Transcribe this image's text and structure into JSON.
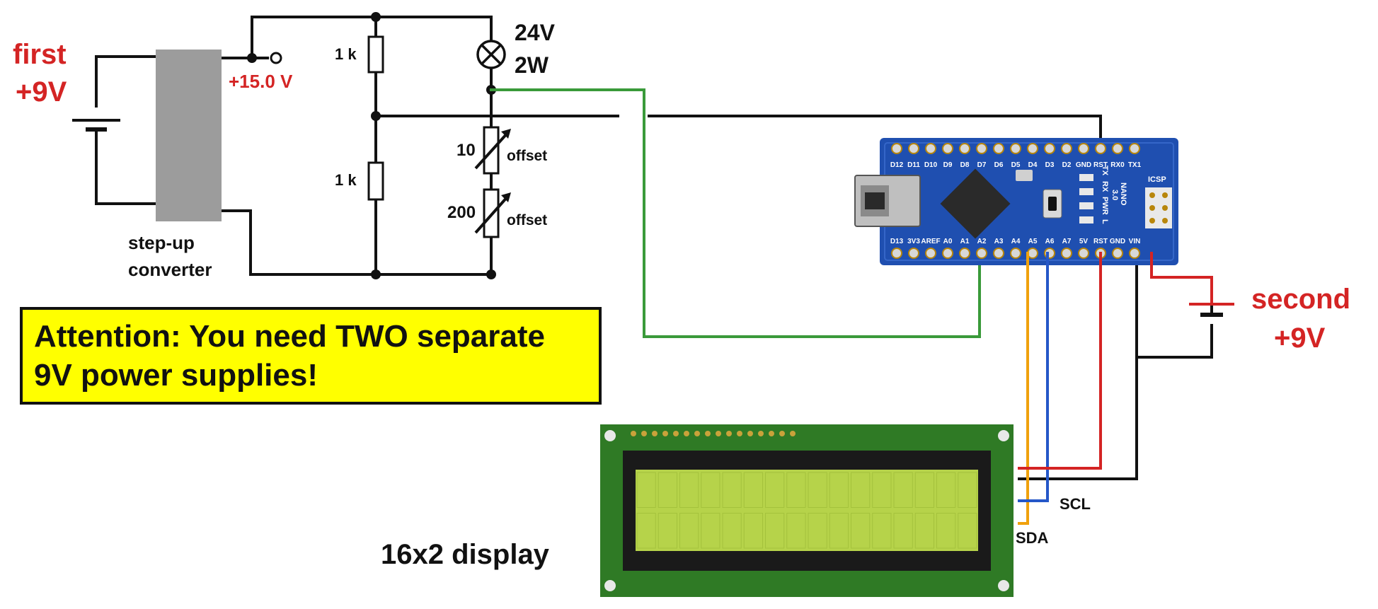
{
  "labels": {
    "first_supply": [
      "first",
      "+9V"
    ],
    "second_supply": [
      "second",
      "+9V"
    ],
    "converter_output_voltage": "+15.0 V",
    "converter": [
      "step-up",
      "converter"
    ],
    "resistor_top": "1 k",
    "resistor_bottom": "1 k",
    "lamp": [
      "24V",
      "2W"
    ],
    "pot_10": "10",
    "pot_200": "200",
    "offset_label": "offset",
    "display": "16x2 display",
    "scl": "SCL",
    "sda": "SDA"
  },
  "attention": [
    "Attention: You need TWO separate",
    "9V power supplies!"
  ],
  "nano": {
    "top_pins": [
      "D12",
      "D11",
      "D10",
      "D9",
      "D8",
      "D7",
      "D6",
      "D5",
      "D4",
      "D3",
      "D2",
      "GND",
      "RST",
      "RX0",
      "TX1"
    ],
    "bottom_pins": [
      "D13",
      "3V3",
      "AREF",
      "A0",
      "A1",
      "A2",
      "A3",
      "A4",
      "A5",
      "A6",
      "A7",
      "5V",
      "RST",
      "GND",
      "VIN"
    ],
    "led_labels": [
      "TX",
      "RX",
      "PWR",
      "L"
    ],
    "board_text": [
      "NANO",
      "3.0"
    ],
    "icsp": "ICSP"
  },
  "colors": {
    "wire_black": "#111111",
    "wire_green": "#3a9a3a",
    "wire_red": "#d42424",
    "wire_blue": "#2557c8",
    "wire_orange": "#f0a10c",
    "label_red": "#d42424",
    "attention_bg": "#ffff00",
    "nano_board": "#1f4fb0",
    "lcd_pcb": "#2f7a25",
    "lcd_screen": "#b6d34a"
  }
}
